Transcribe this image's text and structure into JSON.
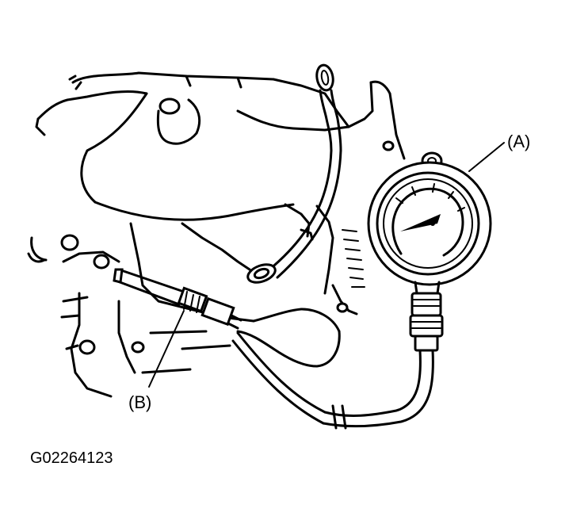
{
  "labels": {
    "gauge": "(A)",
    "adapter_hose": "(B)"
  },
  "figure_id": "G02264123",
  "colors": {
    "line": "#000000",
    "background": "#ffffff"
  }
}
